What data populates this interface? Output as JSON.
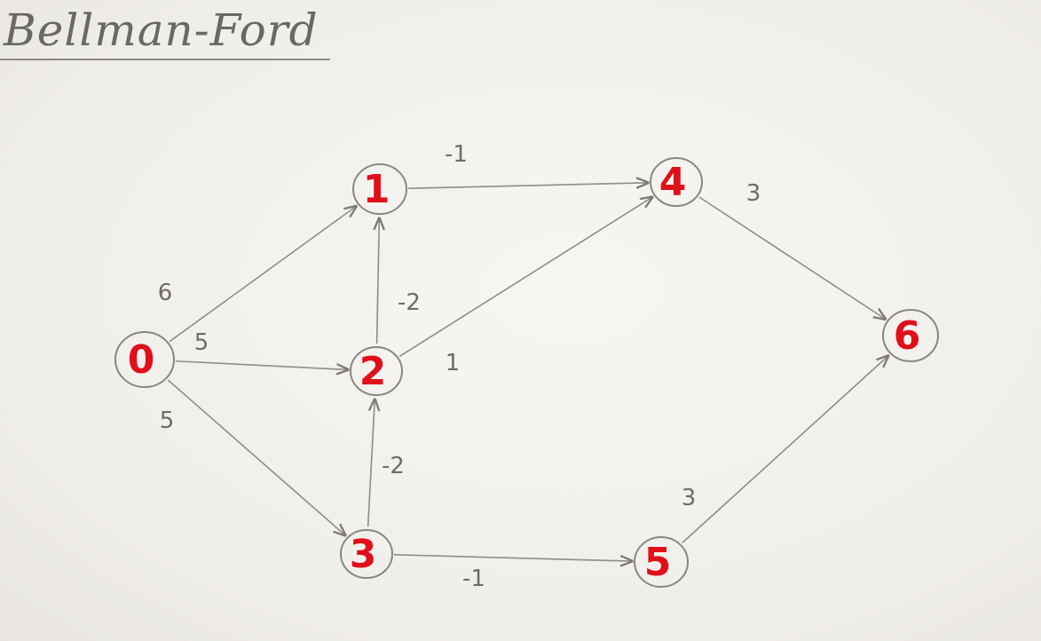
{
  "title": "Bellman-Ford",
  "graph": {
    "nodes": [
      "0",
      "1",
      "2",
      "3",
      "4",
      "5",
      "6"
    ],
    "edges": [
      {
        "from": "0",
        "to": "1",
        "weight": "6"
      },
      {
        "from": "0",
        "to": "2",
        "weight": "5"
      },
      {
        "from": "0",
        "to": "3",
        "weight": "5"
      },
      {
        "from": "1",
        "to": "4",
        "weight": "-1"
      },
      {
        "from": "2",
        "to": "1",
        "weight": "-2"
      },
      {
        "from": "2",
        "to": "4",
        "weight": "1"
      },
      {
        "from": "3",
        "to": "2",
        "weight": "-2"
      },
      {
        "from": "3",
        "to": "5",
        "weight": "-1"
      },
      {
        "from": "4",
        "to": "6",
        "weight": "3"
      },
      {
        "from": "5",
        "to": "6",
        "weight": "3"
      }
    ]
  },
  "colors": {
    "node_label": "#e0101a",
    "ink": "#8f8c88",
    "board": "#f3f1ee"
  }
}
